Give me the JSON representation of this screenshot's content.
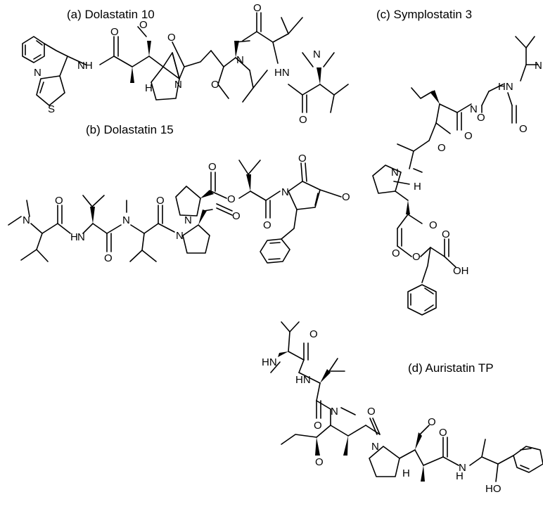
{
  "panels": {
    "a": {
      "title": "(a) Dolastatin 10"
    },
    "b": {
      "title": "(b) Dolastatin 15"
    },
    "c": {
      "title": "(c) Symplostatin 3"
    },
    "d": {
      "title": "(d) Auristatin TP"
    }
  },
  "atoms": {
    "a": {
      "o": "O",
      "n": "N",
      "nh": "NH",
      "h": "H",
      "s": "S",
      "hn": "HN"
    },
    "b": {
      "o": "O",
      "n": "N",
      "h": "H"
    },
    "c": {
      "o": "O",
      "n": "N",
      "h": "H",
      "hn": "HN",
      "oh": "OH"
    },
    "d": {
      "o": "O",
      "n": "N",
      "h": "H",
      "hn": "HN",
      "ho": "HO"
    }
  }
}
